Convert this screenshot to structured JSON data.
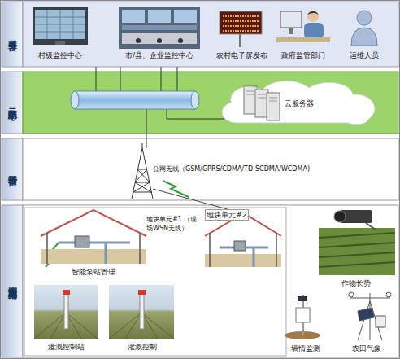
{
  "diagram": {
    "nodes": [
      {
        "text": [
          "业务平台"
        ]
      },
      {
        "text": [
          "村级监控中心"
        ],
        "in": 0
      },
      {
        "text": [
          "市/县、企业监控中心"
        ],
        "in": 0
      },
      {
        "text": [
          "农村电子屏发布"
        ],
        "in": 0
      },
      {
        "text": [
          "政府监管部门"
        ],
        "in": 0
      },
      {
        "text": [
          "运维人员"
        ],
        "in": 0
      },
      {
        "text": [
          "云数据中心"
        ]
      },
      {
        "text": [
          "云服务器"
        ],
        "in": 6
      },
      {
        "text": [
          "传输平台"
        ]
      },
      {
        "text": [
          "灌溉测控单元"
        ]
      },
      {
        "text": [
          "地块单元#1 （现场WSN无线）",
          "智能泵站管理"
        ],
        "in": 9
      },
      {
        "text": [
          "灌溉控制站"
        ],
        "in": 9
      },
      {
        "text": [
          "灌溉控制"
        ],
        "in": 9
      },
      {
        "text": [
          "地块单元#2"
        ],
        "in": 9
      },
      {
        "text": [
          "作物长势"
        ],
        "in": 9
      },
      {
        "text": [
          "墒情监测"
        ],
        "in": 9
      },
      {
        "text": [
          "农田气象"
        ],
        "in": 9
      }
    ],
    "labels": [
      "公网无线（GSM/GPRS/CDMA/TD-SCDMA/WCDMA)"
    ]
  }
}
